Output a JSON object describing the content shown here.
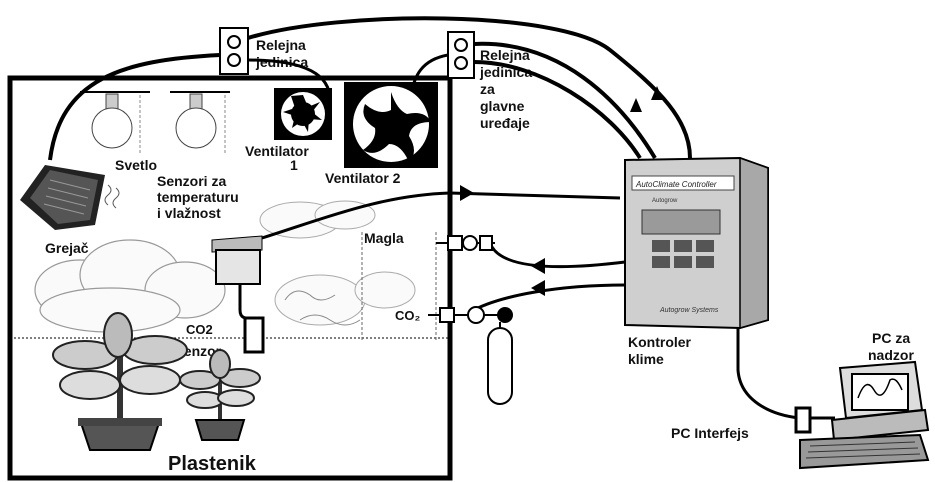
{
  "labels": {
    "relay1_line1": "Relejna",
    "relay1_line2": "jedinica",
    "relay2_line1": "Relejna",
    "relay2_line2": "jedinica",
    "relay2_line3": "za",
    "relay2_line4": "glavne",
    "relay2_line5": "uređaje",
    "light": "Svetlo",
    "fan1_line1": "Ventilator",
    "fan1_line2": "1",
    "fan2": "Ventilator 2",
    "sensors_line1": "Senzori za",
    "sensors_line2": "temperaturu",
    "sensors_line3": "i vlažnost",
    "heater": "Grejač",
    "fog": "Magla",
    "co2_sensor_line1": "CO2",
    "co2_sensor_line2": "senzor",
    "co2_tank": "CO₂",
    "greenhouse": "Plastenik",
    "controller_line1": "Kontroler",
    "controller_line2": "klime",
    "pc_line1": "PC za",
    "pc_line2": "nadzor",
    "pc_interface": "PC Interfejs",
    "controller_brand": "AutoClimate Controller",
    "controller_sub": "Autogrow",
    "controller_bottom": "Autogrow Systems"
  }
}
